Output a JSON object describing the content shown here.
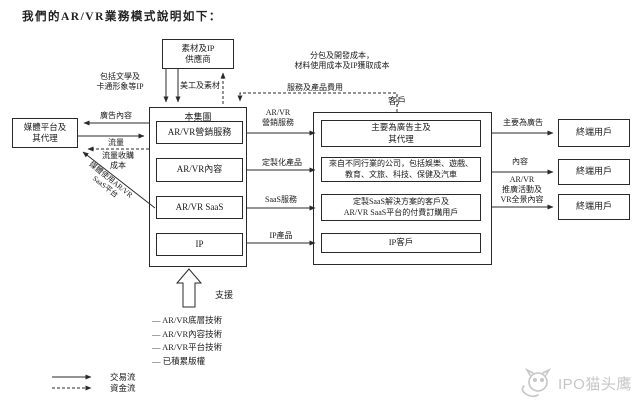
{
  "title": "我們的AR/VR業務模式說明如下：",
  "nodes": {
    "supplier": "素材及IP\n供應商",
    "group_label": "本集團",
    "group_items": [
      "AR/VR營銷服務",
      "AR/VR內容",
      "AR/VR SaaS",
      "IP"
    ],
    "media": "媒體平台及\n其代理",
    "customer_label": "客戶",
    "customer_items": [
      "主要為廣告主及\n其代理",
      "來自不同行業的公司，包括娛樂、遊戲、\n教育、文旅、科技、保健及汽車",
      "定製SaaS解決方案的客戶及\nAR/VR SaaS平台的付費訂購用戶",
      "IP客戶"
    ],
    "end_user_1": "終端用戶",
    "end_user_2": "終端用戶",
    "end_user_3": "終端用戶"
  },
  "flow_labels": {
    "supplier_note": "包括文學及\n卡通形象等IP",
    "art_materials": "美工及素材",
    "costs": "分包及開發成本，\n材料使用成本及IP獲取成本",
    "service_fee": "服務及產品費用",
    "ad_content": "廣告內容",
    "traffic": "流量",
    "traffic_cost": "流量收購\n成本",
    "media_saas": "媒體使用AR/VR\nSaaS平台",
    "marketing": "AR/VR\n營銷服務",
    "custom_products": "定製化產品",
    "saas_service": "SaaS服務",
    "ip_products": "IP產品",
    "mainly_ads": "主要為廣告",
    "content": "內容",
    "promo": "AR/VR\n推廣活動及\nVR全景內容",
    "support": "支援"
  },
  "tech_list": [
    "— AR/VR底層技術",
    "— AR/VR內容技術",
    "— AR/VR平台技術",
    "— 已積累版權"
  ],
  "legend": {
    "transaction": "交易流",
    "capital": "資金流"
  },
  "watermark": "IPO猫头鹰",
  "colors": {
    "line": "#2a2a2a",
    "watermark": "#c6c6c6",
    "background": "#ffffff"
  }
}
